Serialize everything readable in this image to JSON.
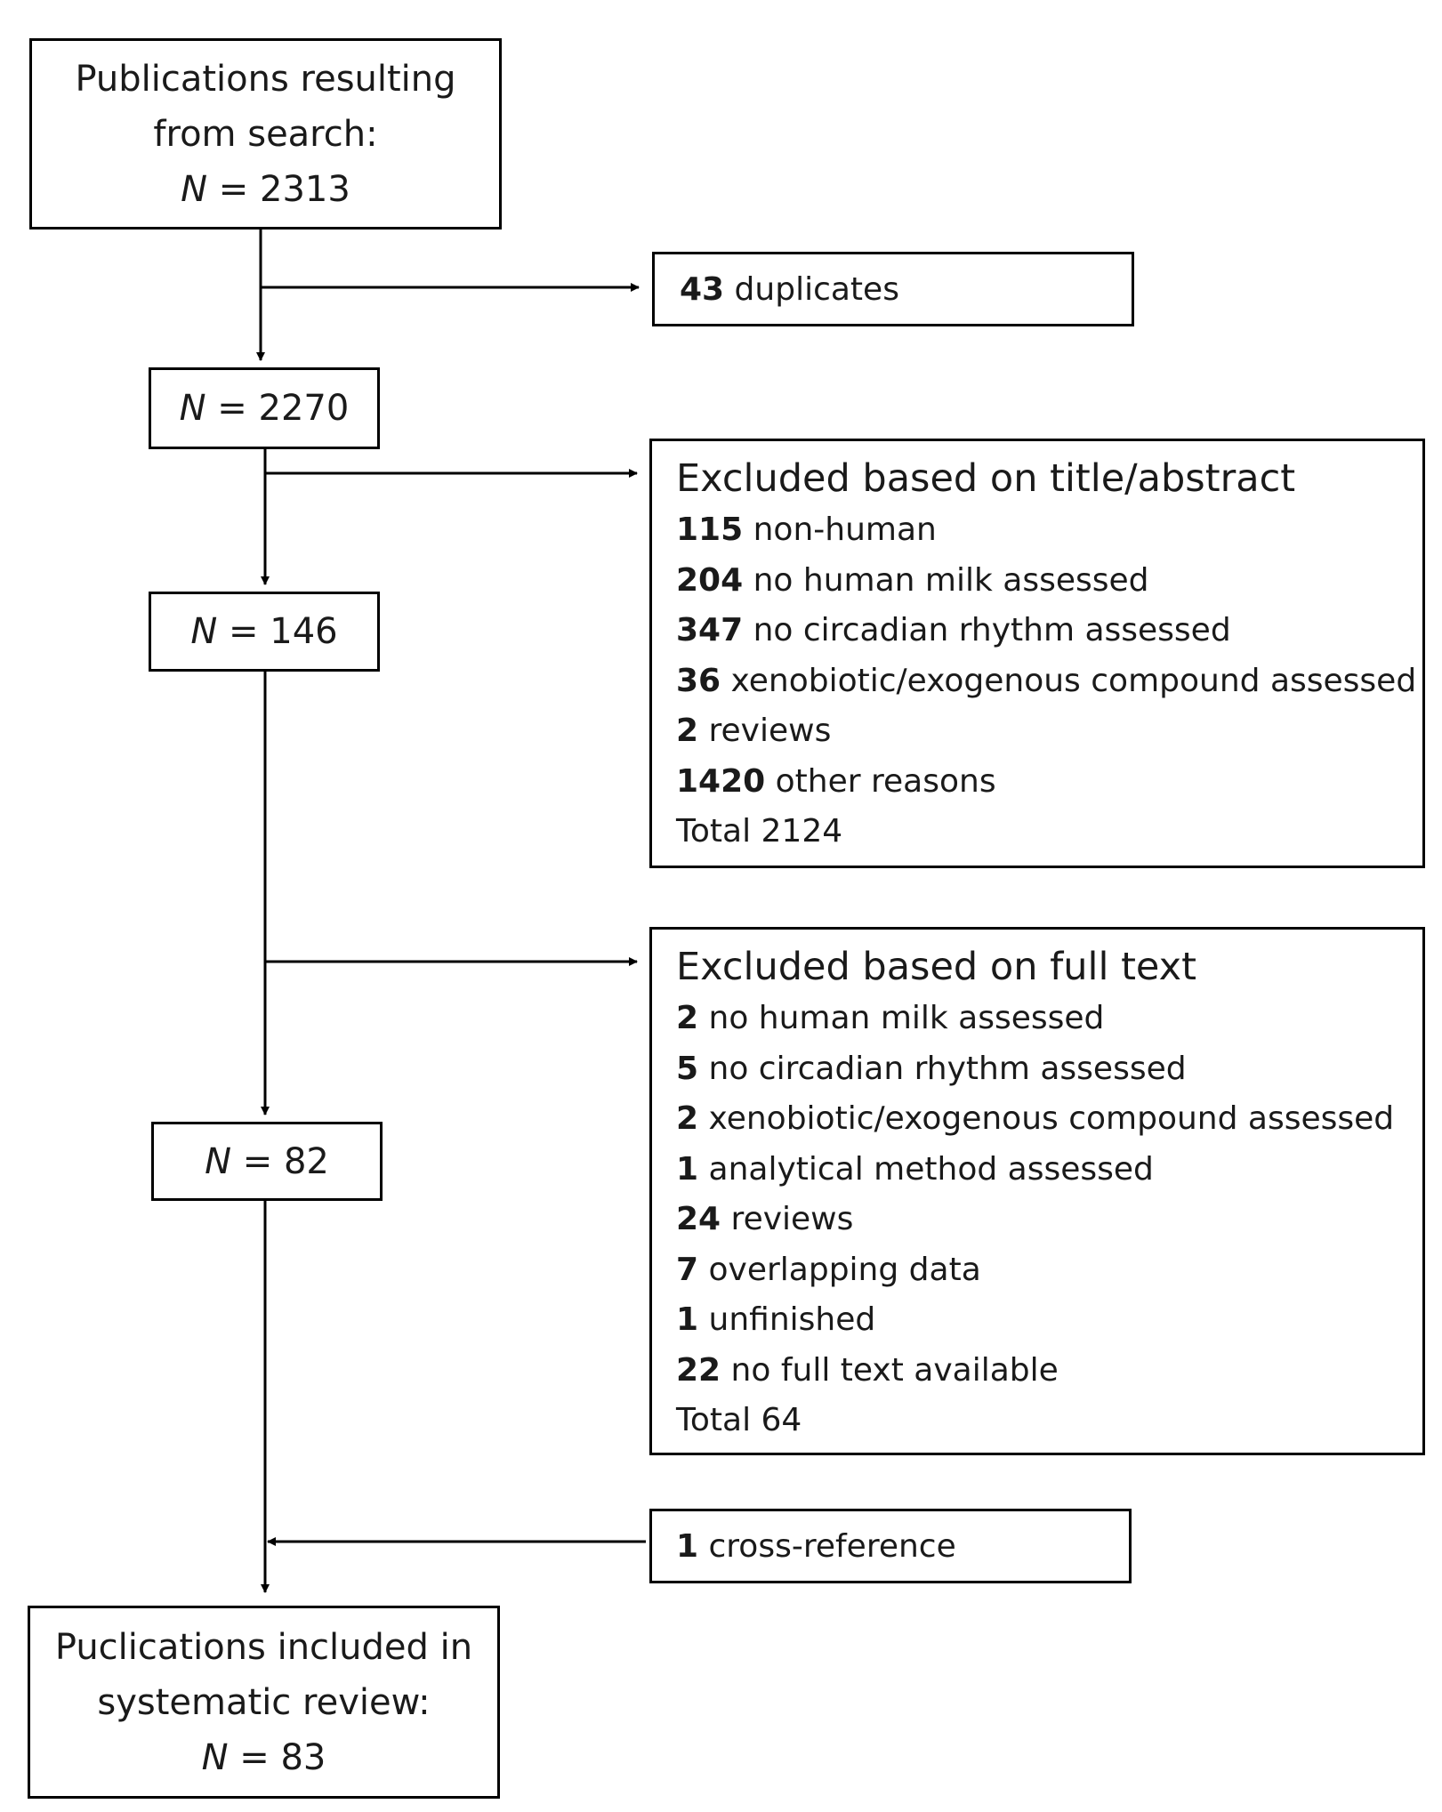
{
  "flow": {
    "start": {
      "line1": "Publications resulting",
      "line2": "from search:",
      "n_symbol": "N",
      "n_value": "= 2313"
    },
    "step1": {
      "n_symbol": "N",
      "n_value": "= 2270"
    },
    "step2": {
      "n_symbol": "N",
      "n_value": "= 146"
    },
    "step3": {
      "n_symbol": "N",
      "n_value": "= 82"
    },
    "end": {
      "line1": "Puclications included in",
      "line2": "systematic review:",
      "n_symbol": "N",
      "n_value": "= 83"
    }
  },
  "side": {
    "duplicates": {
      "count": "43",
      "label": " duplicates"
    },
    "title_abstract": {
      "title": "Excluded based on title/abstract",
      "items": [
        {
          "count": "115",
          "label": " non-human"
        },
        {
          "count": "204",
          "label": " no human milk assessed"
        },
        {
          "count": "347",
          "label": " no circadian rhythm assessed"
        },
        {
          "count": "36",
          "label": " xenobiotic/exogenous compound assessed"
        },
        {
          "count": "2",
          "label": " reviews"
        },
        {
          "count": "1420",
          "label": " other reasons"
        }
      ],
      "total": "Total 2124"
    },
    "full_text": {
      "title": "Excluded based on full text",
      "items": [
        {
          "count": "2",
          "label": " no human milk assessed"
        },
        {
          "count": "5",
          "label": " no circadian rhythm assessed"
        },
        {
          "count": "2",
          "label": " xenobiotic/exogenous compound assessed"
        },
        {
          "count": "1",
          "label": " analytical method assessed"
        },
        {
          "count": "24",
          "label": " reviews"
        },
        {
          "count": "7",
          "label": " overlapping data"
        },
        {
          "count": "1",
          "label": " unfinished"
        },
        {
          "count": "22",
          "label": " no full text available"
        }
      ],
      "total": "Total 64"
    },
    "cross_reference": {
      "count": "1",
      "label": " cross-reference"
    }
  }
}
